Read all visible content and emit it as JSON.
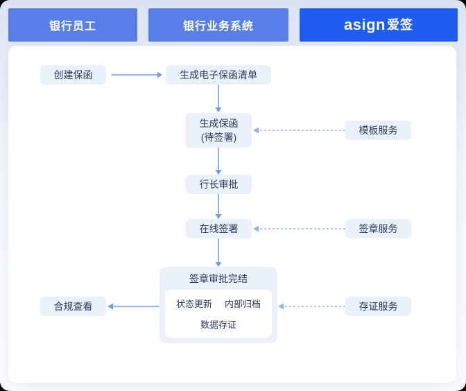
{
  "lanes": [
    {
      "label": "银行员工"
    },
    {
      "label": "银行业务系统"
    }
  ],
  "brand": {
    "latin": "asign",
    "cn": "爱签"
  },
  "flow": {
    "create": "创建保函",
    "generate_list": "生成电子保函清单",
    "generate": {
      "line1": "生成保函",
      "line2": "(待签署)"
    },
    "template_service": "模板服务",
    "president_approval": "行长审批",
    "online_sign": "在线签署",
    "seal_service": "签章服务",
    "completion": {
      "title": "签章审批完结",
      "status_update": "状态更新",
      "internal_archive": "内部归档",
      "data_evidence": "数据存证"
    },
    "compliance_view": "合规查看",
    "evidence_service": "存证服务"
  },
  "colors": {
    "lane_light": "#587EE8",
    "lane_dark": "#1E5CF2",
    "node_bg": "#EAF1FB",
    "node_text": "#2B3A5C",
    "arrow": "#6F9FE8",
    "arrow_dashed": "#8FB3EC",
    "panel": "#FFFFFF",
    "canvas_top": "#DAE2F1",
    "canvas_bottom": "#FBFCFE",
    "corner": "#000000"
  }
}
